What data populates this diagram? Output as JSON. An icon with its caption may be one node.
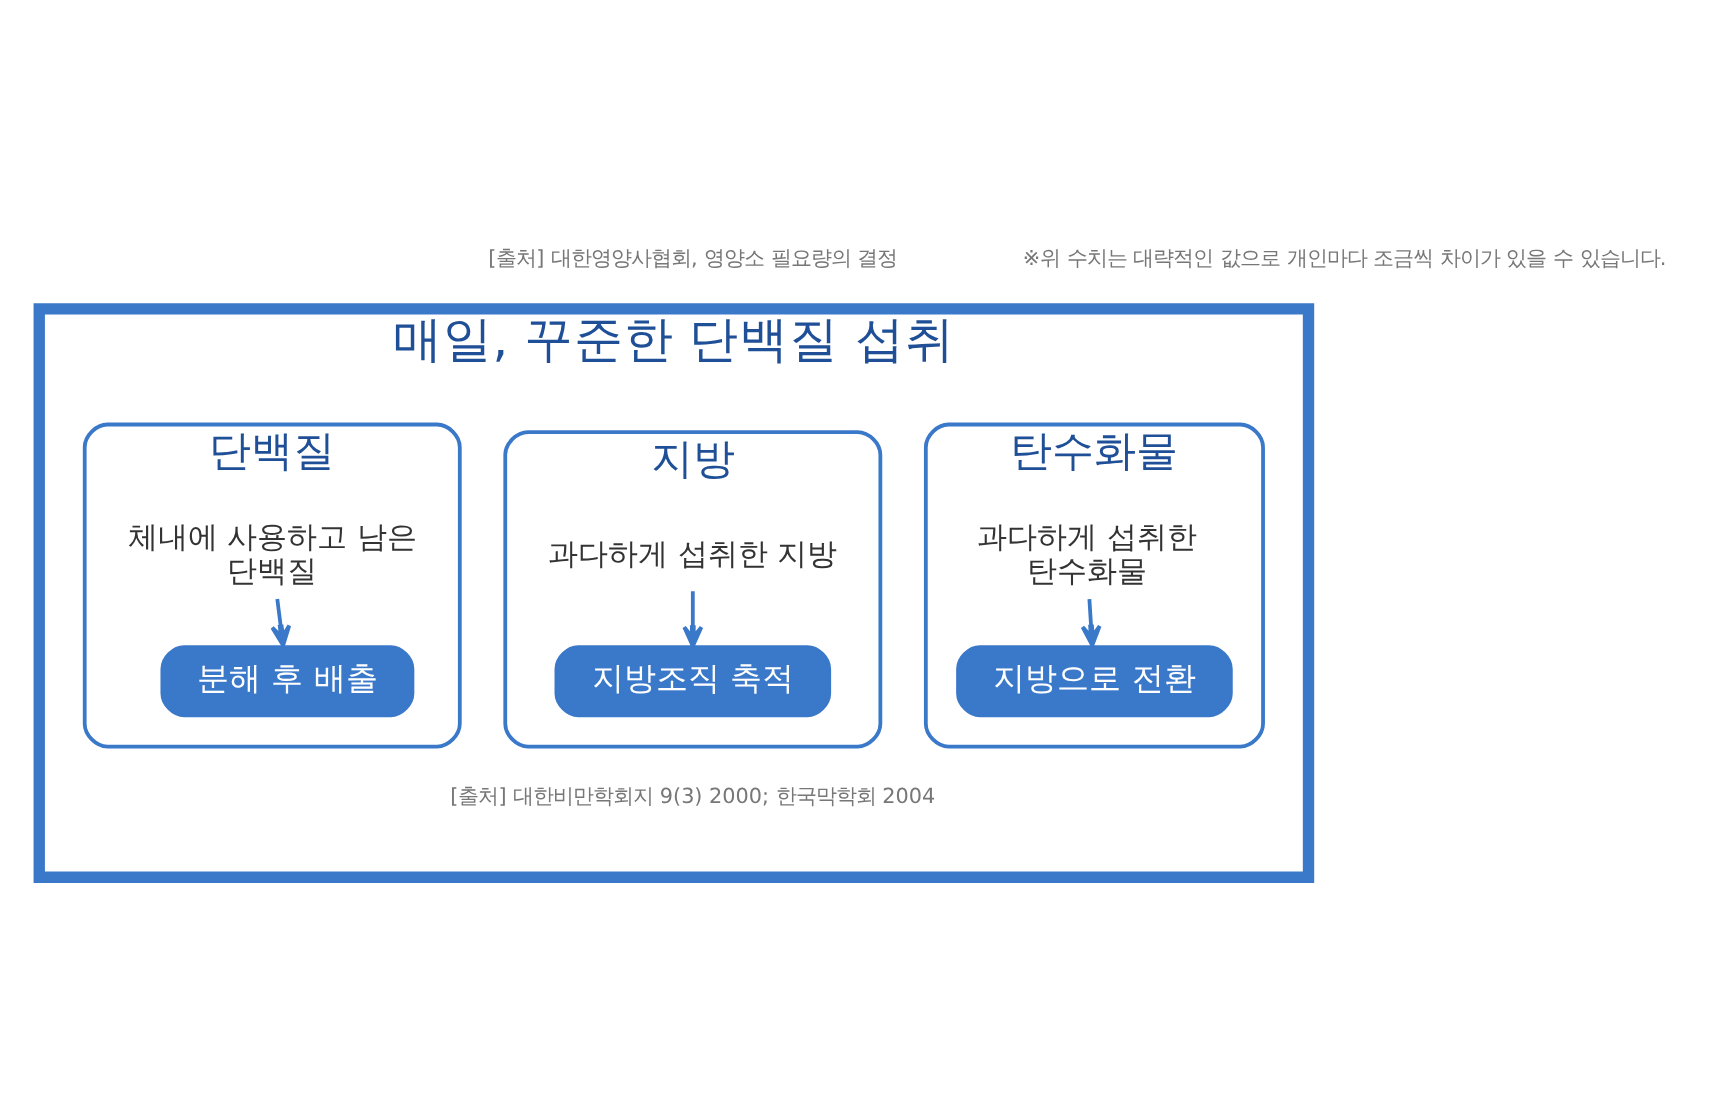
{
  "diagram": {
    "nodes": [
      {
        "text": [
          "매일, 꾸준한 단백질 섭취"
        ]
      },
      {
        "text": [
          "탄수화물"
        ],
        "in": 0
      },
      {
        "text": [
          "과다하게 섭취한 탄수화물"
        ],
        "in": 1
      },
      {
        "text": [
          "지방으로 전환"
        ],
        "in": 1
      },
      {
        "text": [
          "지방"
        ],
        "in": 0
      },
      {
        "text": [
          "과다하게 섭취한 지방"
        ],
        "in": 4
      },
      {
        "text": [
          "지방조직 축적"
        ],
        "in": 4
      },
      {
        "text": [
          "단백질"
        ],
        "in": 0
      },
      {
        "text": [
          "체내에 사용하고 남은 단백질"
        ],
        "in": 7
      },
      {
        "text": [
          "분해 후 배출"
        ],
        "in": 7
      }
    ],
    "edges": [
      {
        "from": 2,
        "to": 3,
        "arrow": "to"
      },
      {
        "from": 5,
        "to": 6,
        "arrow": "to"
      },
      {
        "from": 8,
        "to": 9,
        "arrow": "to"
      }
    ],
    "labels": [
      "[출처] 대한영양사협회, 영양소 필요량의 결정",
      "※위 수치는 대략적인 값으로 개인마다 조금씩 차이가 있을 수 있습니다.",
      "[출처] 대한비만학회지 9(3) 2000; 한국막학회 2004"
    ]
  }
}
